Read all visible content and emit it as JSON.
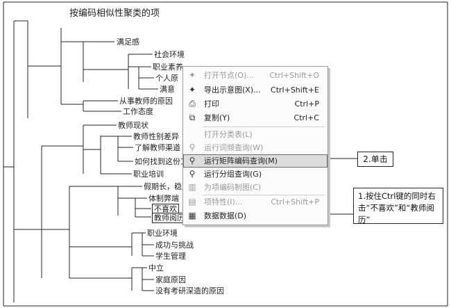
{
  "title": "按编码相似性聚类的项",
  "tree_nodes": [
    "满足感",
    "社会环境",
    "职业素养",
    "个人原",
    "满意",
    "从事教师的原因",
    "工作态度",
    "教师现状",
    "教师性别差异",
    "了解教师渠道",
    "如何找到这份工",
    "职业培训",
    "假期长，稳定",
    "体制弊端",
    "不喜欢",
    "教师阅历",
    "职业环境",
    "成功与挑战",
    "学生管理",
    "中立",
    "家庭原因",
    "没有考研深造的原因"
  ],
  "menu": {
    "items": [
      {
        "icon": "open-node-icon",
        "label": "打开节点(O)...",
        "shortcut": "Ctrl+Shift+O",
        "disabled": true
      },
      {
        "icon": "export-diagram-icon",
        "label": "导出示意图(X)...",
        "shortcut": "Ctrl+Shift+E",
        "disabled": false
      },
      {
        "icon": "print-icon",
        "label": "打印",
        "shortcut": "Ctrl+P",
        "disabled": false
      },
      {
        "icon": "copy-icon",
        "label": "复制(Y)",
        "shortcut": "Ctrl+C",
        "disabled": false
      },
      {
        "icon": "",
        "label": "打开分类表(L)",
        "shortcut": "",
        "disabled": true
      },
      {
        "icon": "word-query-icon",
        "label": "运行词频查询(W)",
        "shortcut": "",
        "disabled": true
      },
      {
        "icon": "matrix-query-icon",
        "label": "运行矩阵编码查询(M)",
        "shortcut": "",
        "disabled": false
      },
      {
        "icon": "group-query-icon",
        "label": "运行分组查询(G)",
        "shortcut": "",
        "disabled": false
      },
      {
        "icon": "chart-icon",
        "label": "为项编码制图(C)",
        "shortcut": "",
        "disabled": true
      },
      {
        "icon": "properties-icon",
        "label": "项特性(I)...",
        "shortcut": "Ctrl+Shift+P",
        "disabled": true
      },
      {
        "icon": "dataset-icon",
        "label": "数据数据(D)",
        "shortcut": "",
        "disabled": false
      }
    ]
  },
  "callouts": {
    "step2": "2.单击",
    "step1": "1.按住Ctrl键的同时右击“不喜欢”和“教师阅历”"
  }
}
